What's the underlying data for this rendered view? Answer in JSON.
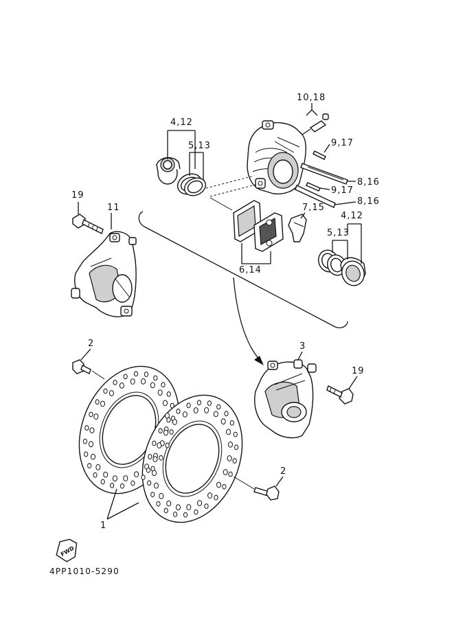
{
  "callouts": {
    "c10_18": "10,18",
    "c4_12_top": "4,12",
    "c5_13_top": "5,13",
    "c9_17_top": "9,17",
    "c8_16_top": "8,16",
    "c9_17_mid": "9,17",
    "c8_16_mid": "8,16",
    "c7_15": "7,15",
    "c4_12_right": "4,12",
    "c5_13_right": "5,13",
    "c6_14": "6,14",
    "c19_left": "19",
    "c11": "11",
    "c3": "3",
    "c19_right": "19",
    "c2_top": "2",
    "c2_bottom": "2",
    "c1": "1"
  },
  "fwd_label": "FWD",
  "drawing_code": "4PP1010-5290"
}
